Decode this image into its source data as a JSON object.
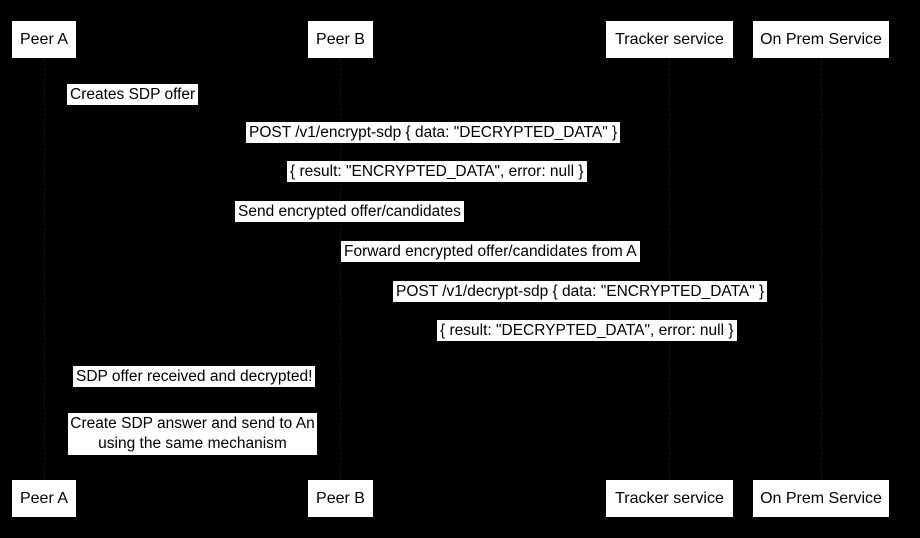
{
  "diagram": {
    "type": "sequence-diagram",
    "colors": {
      "background": "#000000",
      "box_fill": "#ffffff",
      "box_text": "#000000",
      "lifeline": "#141414"
    },
    "participants": [
      {
        "label": "Peer A"
      },
      {
        "label": "Peer B"
      },
      {
        "label": "Tracker service"
      },
      {
        "label": "On Prem Service"
      }
    ],
    "messages": [
      {
        "label": "Creates SDP offer"
      },
      {
        "label": "POST /v1/encrypt-sdp { data: \"DECRYPTED_DATA\" }"
      },
      {
        "label": "{ result: \"ENCRYPTED_DATA\", error: null }"
      },
      {
        "label": "Send encrypted offer/candidates"
      },
      {
        "label": "Forward encrypted offer/candidates from A"
      },
      {
        "label": "POST /v1/decrypt-sdp { data: \"ENCRYPTED_DATA\" }"
      },
      {
        "label": "{ result: \"DECRYPTED_DATA\", error: null }"
      },
      {
        "label": "SDP offer received and decrypted!"
      }
    ],
    "note": {
      "line1": "Create SDP answer and send to An",
      "line2": "using the same mechanism"
    }
  }
}
